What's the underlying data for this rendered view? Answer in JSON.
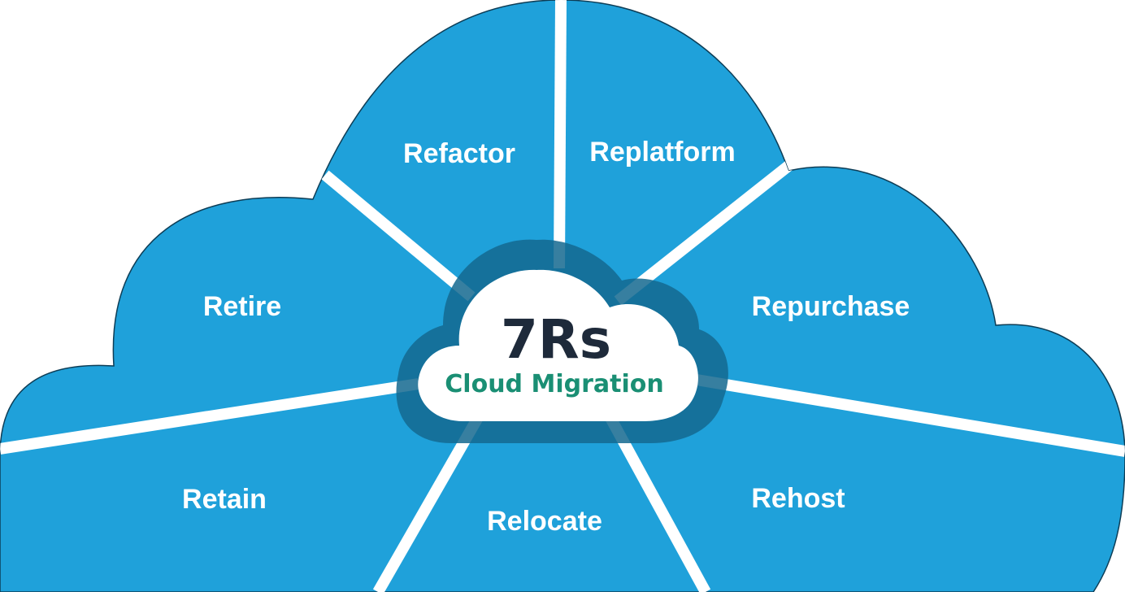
{
  "colors": {
    "cloud_fill": "#1fa1da",
    "cloud_outline": "#0d3d56",
    "divider": "#ffffff",
    "divider_inner": "#a7a9ac",
    "ring": "#14698f",
    "center_fill": "#ffffff",
    "title_color": "#1e2a3a",
    "subtitle_color": "#1a8f74"
  },
  "center": {
    "title": "7Rs",
    "subtitle": "Cloud Migration"
  },
  "segments": [
    {
      "label": "Refactor"
    },
    {
      "label": "Replatform"
    },
    {
      "label": "Repurchase"
    },
    {
      "label": "Rehost"
    },
    {
      "label": "Relocate"
    },
    {
      "label": "Retain"
    },
    {
      "label": "Retire"
    }
  ]
}
